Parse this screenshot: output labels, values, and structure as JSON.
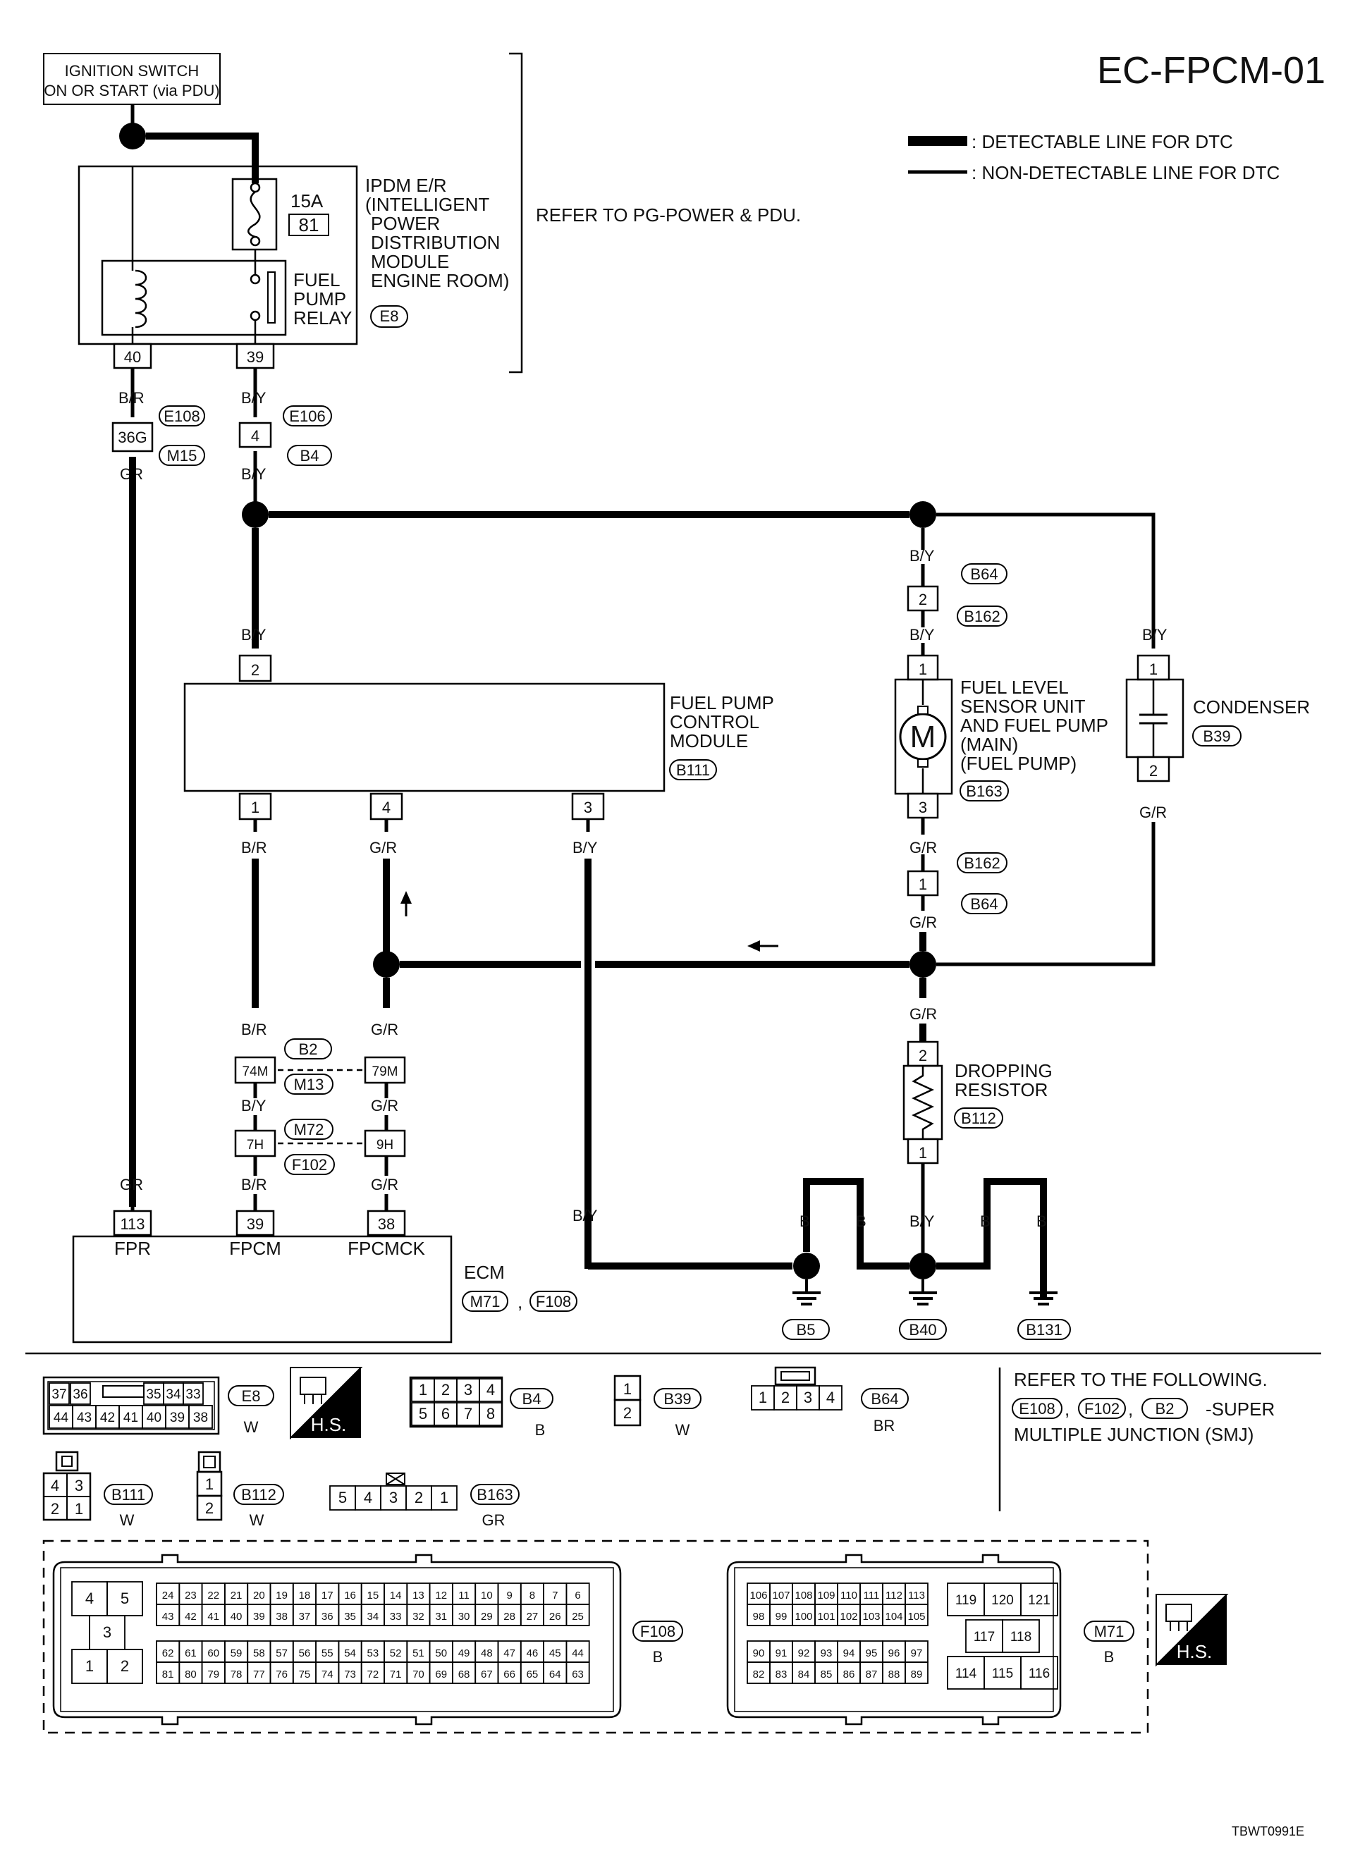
{
  "title": "EC-FPCM-01",
  "legend": {
    "detectable": ": DETECTABLE LINE FOR DTC",
    "non_detectable": ": NON-DETECTABLE LINE FOR DTC"
  },
  "ignition": {
    "line1": "IGNITION SWITCH",
    "line2": "ON OR START (via PDU)"
  },
  "ipdm": {
    "fuse_amp": "15A",
    "fuse_no": "81",
    "relay_l1": "FUEL",
    "relay_l2": "PUMP",
    "relay_l3": "RELAY",
    "name_l1": "IPDM E/R",
    "name_l2": "(INTELLIGENT",
    "name_l3": "POWER",
    "name_l4": "DISTRIBUTION",
    "name_l5": "MODULE",
    "name_l6": "ENGINE ROOM)",
    "connector": "E8",
    "pin_left": "40",
    "pin_right": "39",
    "refer": "REFER TO PG-POWER & PDU."
  },
  "wires": {
    "br": "B/R",
    "by": "B/Y",
    "gr_color": "GR",
    "gr": "G/R",
    "b": "B"
  },
  "junctions": {
    "j1_pin": "36G",
    "j1_top": "E108",
    "j1_bot": "M15",
    "j2_pin": "4",
    "j2_top": "E106",
    "j2_bot": "B4",
    "b64": "B64",
    "b162": "B162",
    "pin_2": "2",
    "pin_1": "1",
    "b2": "B2",
    "m13": "M13",
    "m72": "M72",
    "f102": "F102",
    "p74m": "74M",
    "p79m": "79M",
    "p7h": "7H",
    "p9h": "9H"
  },
  "fpcm": {
    "l1": "FUEL PUMP",
    "l2": "CONTROL",
    "l3": "MODULE",
    "connector": "B111",
    "pin_top": "2",
    "pin1": "1",
    "pin4": "4",
    "pin3": "3"
  },
  "pump": {
    "l1": "FUEL LEVEL",
    "l2": "SENSOR UNIT",
    "l3": "AND FUEL PUMP",
    "l4": "(MAIN)",
    "l5": "(FUEL PUMP)",
    "connector": "B163",
    "motor": "M",
    "pin_top": "1",
    "pin_bot": "3"
  },
  "condenser": {
    "label": "CONDENSER",
    "connector": "B39",
    "pin_top": "1",
    "pin_bot": "2"
  },
  "resistor": {
    "l1": "DROPPING",
    "l2": "RESISTOR",
    "connector": "B112",
    "pin_top": "2",
    "pin_bot": "1"
  },
  "ecm": {
    "label": "ECM",
    "conn1": "M71",
    "sep": ",",
    "conn2": "F108",
    "pin_fpr": "113",
    "pin_fpcm": "39",
    "pin_fpcmck": "38",
    "lbl_fpr": "FPR",
    "lbl_fpcm": "FPCM",
    "lbl_fpcmck": "FPCMCK"
  },
  "grounds": {
    "g1": "B5",
    "g2": "B40",
    "g3": "B131"
  },
  "conn_views": {
    "e8_row1": [
      "37",
      "36",
      "35",
      "34",
      "33"
    ],
    "e8_row2": [
      "44",
      "43",
      "42",
      "41",
      "40",
      "39",
      "38"
    ],
    "e8_name": "E8",
    "e8_color": "W",
    "hs": "H.S.",
    "b4_row1": [
      "1",
      "2",
      "3",
      "4"
    ],
    "b4_row2": [
      "5",
      "6",
      "7",
      "8"
    ],
    "b4_name": "B4",
    "b4_color": "B",
    "b39_pins": [
      "1",
      "2"
    ],
    "b39_name": "B39",
    "b39_color": "W",
    "b64_pins": [
      "1",
      "2",
      "3",
      "4"
    ],
    "b64_name": "B64",
    "b64_color": "BR",
    "b111_row1": [
      "4",
      "3"
    ],
    "b111_row2": [
      "2",
      "1"
    ],
    "b111_name": "B111",
    "b111_color": "W",
    "b112_pins": [
      "1",
      "2"
    ],
    "b112_name": "B112",
    "b112_color": "W",
    "b163_pins": [
      "5",
      "4",
      "3",
      "2",
      "1"
    ],
    "b163_name": "B163",
    "b163_color": "GR",
    "refer_l1": "REFER TO THE FOLLOWING.",
    "refer_c1": "E108",
    "refer_c2": "F102",
    "refer_c3": "B2",
    "refer_l2": "-SUPER",
    "refer_l3": "MULTIPLE JUNCTION (SMJ)",
    "f108_name": "F108",
    "f108_color": "B",
    "m71_name": "M71",
    "m71_color": "B",
    "f108_big": [
      "4",
      "5",
      "3",
      "1",
      "2"
    ],
    "f108_r1": [
      "24",
      "23",
      "22",
      "21",
      "20",
      "19",
      "18",
      "17",
      "16",
      "15",
      "14",
      "13",
      "12",
      "11",
      "10",
      "9",
      "8",
      "7",
      "6"
    ],
    "f108_r2": [
      "43",
      "42",
      "41",
      "40",
      "39",
      "38",
      "37",
      "36",
      "35",
      "34",
      "33",
      "32",
      "31",
      "30",
      "29",
      "28",
      "27",
      "26",
      "25"
    ],
    "f108_r3": [
      "62",
      "61",
      "60",
      "59",
      "58",
      "57",
      "56",
      "55",
      "54",
      "53",
      "52",
      "51",
      "50",
      "49",
      "48",
      "47",
      "46",
      "45",
      "44"
    ],
    "f108_r4": [
      "81",
      "80",
      "79",
      "78",
      "77",
      "76",
      "75",
      "74",
      "73",
      "72",
      "71",
      "70",
      "69",
      "68",
      "67",
      "66",
      "65",
      "64",
      "63"
    ],
    "m71_r1": [
      "106",
      "107",
      "108",
      "109",
      "110",
      "111",
      "112",
      "113"
    ],
    "m71_r2": [
      "98",
      "99",
      "100",
      "101",
      "102",
      "103",
      "104",
      "105"
    ],
    "m71_r3": [
      "90",
      "91",
      "92",
      "93",
      "94",
      "95",
      "96",
      "97"
    ],
    "m71_r4": [
      "82",
      "83",
      "84",
      "85",
      "86",
      "87",
      "88",
      "89"
    ],
    "m71_big_r1": [
      "119",
      "120",
      "121"
    ],
    "m71_big_r2": [
      "117",
      "118"
    ],
    "m71_big_r3": [
      "114",
      "115",
      "116"
    ]
  },
  "footer_code": "TBWT0991E"
}
